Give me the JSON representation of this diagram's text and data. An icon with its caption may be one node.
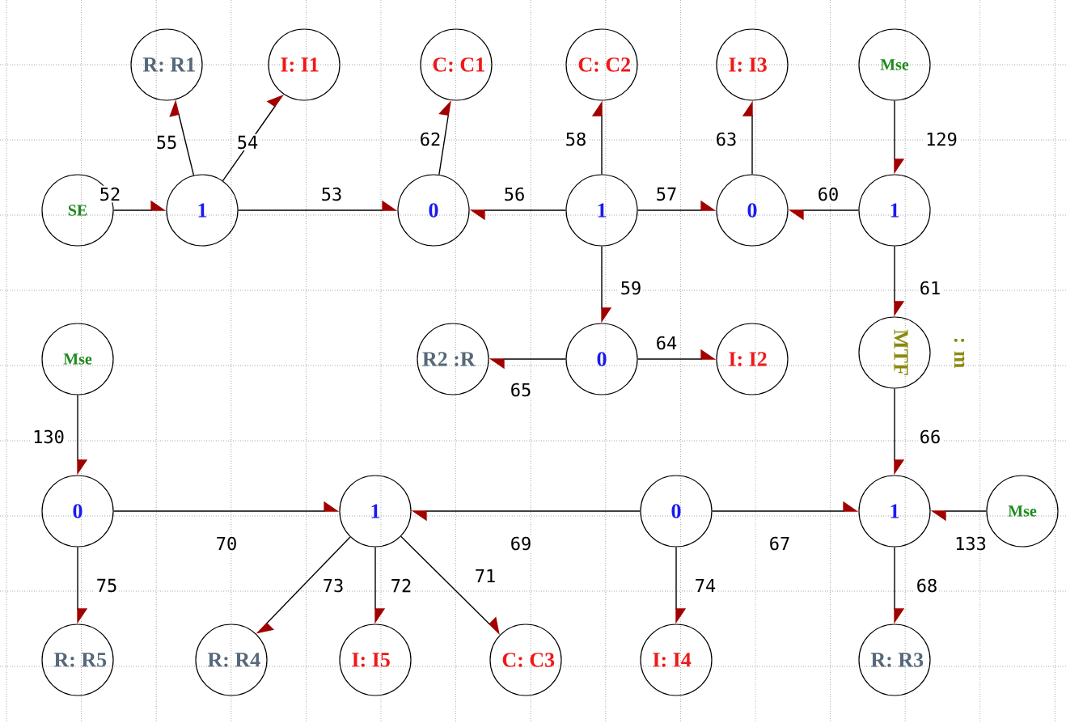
{
  "diagram": {
    "nodes": [
      {
        "text": [
          "R: R1"
        ]
      },
      {
        "text": [
          "I: I1"
        ]
      },
      {
        "text": [
          "C: C1"
        ]
      },
      {
        "text": [
          "C: C2"
        ]
      },
      {
        "text": [
          "I: I3"
        ]
      },
      {
        "text": [
          "Mse"
        ]
      },
      {
        "text": [
          "SE"
        ]
      },
      {
        "text": [
          "1"
        ]
      },
      {
        "text": [
          "0"
        ]
      },
      {
        "text": [
          "1"
        ]
      },
      {
        "text": [
          "0"
        ]
      },
      {
        "text": [
          "1"
        ]
      },
      {
        "text": [
          "Mse"
        ]
      },
      {
        "text": [
          "R2 :R"
        ]
      },
      {
        "text": [
          "0"
        ]
      },
      {
        "text": [
          "I: I2"
        ]
      },
      {
        "text": [
          "MTF",
          ": m"
        ]
      },
      {
        "text": [
          "0"
        ]
      },
      {
        "text": [
          "1"
        ]
      },
      {
        "text": [
          "0"
        ]
      },
      {
        "text": [
          "1"
        ]
      },
      {
        "text": [
          "Mse"
        ]
      },
      {
        "text": [
          "R: R5"
        ]
      },
      {
        "text": [
          "R: R4"
        ]
      },
      {
        "text": [
          "I: I5"
        ]
      },
      {
        "text": [
          "C: C3"
        ]
      },
      {
        "text": [
          "I: I4"
        ]
      },
      {
        "text": [
          "R: R3"
        ]
      }
    ],
    "edges": [
      {
        "from": 6,
        "to": 7,
        "arrow": "to",
        "label": "52"
      },
      {
        "from": 7,
        "to": 8,
        "arrow": "to",
        "label": "53"
      },
      {
        "from": 7,
        "to": 1,
        "arrow": "to",
        "label": "54"
      },
      {
        "from": 7,
        "to": 0,
        "arrow": "to",
        "label": "55"
      },
      {
        "from": 8,
        "to": 2,
        "arrow": "to",
        "label": "62"
      },
      {
        "from": 9,
        "to": 8,
        "arrow": "to",
        "label": "56"
      },
      {
        "from": 9,
        "to": 3,
        "arrow": "to",
        "label": "58"
      },
      {
        "from": 9,
        "to": 10,
        "arrow": "to",
        "label": "57"
      },
      {
        "from": 10,
        "to": 4,
        "arrow": "to",
        "label": "63"
      },
      {
        "from": 11,
        "to": 10,
        "arrow": "to",
        "label": "60"
      },
      {
        "from": 5,
        "to": 11,
        "arrow": "to",
        "label": "129"
      },
      {
        "from": 9,
        "to": 14,
        "arrow": "to",
        "label": "59"
      },
      {
        "from": 11,
        "to": 16,
        "arrow": "to",
        "label": "61"
      },
      {
        "from": 14,
        "to": 15,
        "arrow": "to",
        "label": "64"
      },
      {
        "from": 14,
        "to": 13,
        "arrow": "to",
        "label": "65"
      },
      {
        "from": 12,
        "to": 17,
        "arrow": "to",
        "label": "130"
      },
      {
        "from": 16,
        "to": 20,
        "arrow": "to",
        "label": "66"
      },
      {
        "from": 17,
        "to": 18,
        "arrow": "to",
        "label": "70"
      },
      {
        "from": 19,
        "to": 18,
        "arrow": "to",
        "label": "69"
      },
      {
        "from": 19,
        "to": 20,
        "arrow": "to",
        "label": "67"
      },
      {
        "from": 21,
        "to": 20,
        "arrow": "to",
        "label": "133"
      },
      {
        "from": 17,
        "to": 22,
        "arrow": "to",
        "label": "75"
      },
      {
        "from": 18,
        "to": 23,
        "arrow": "to",
        "label": "73"
      },
      {
        "from": 18,
        "to": 24,
        "arrow": "to",
        "label": "72"
      },
      {
        "from": 18,
        "to": 25,
        "arrow": "to",
        "label": "71"
      },
      {
        "from": 19,
        "to": 26,
        "arrow": "to",
        "label": "74"
      },
      {
        "from": 20,
        "to": 27,
        "arrow": "to",
        "label": "68"
      }
    ]
  }
}
